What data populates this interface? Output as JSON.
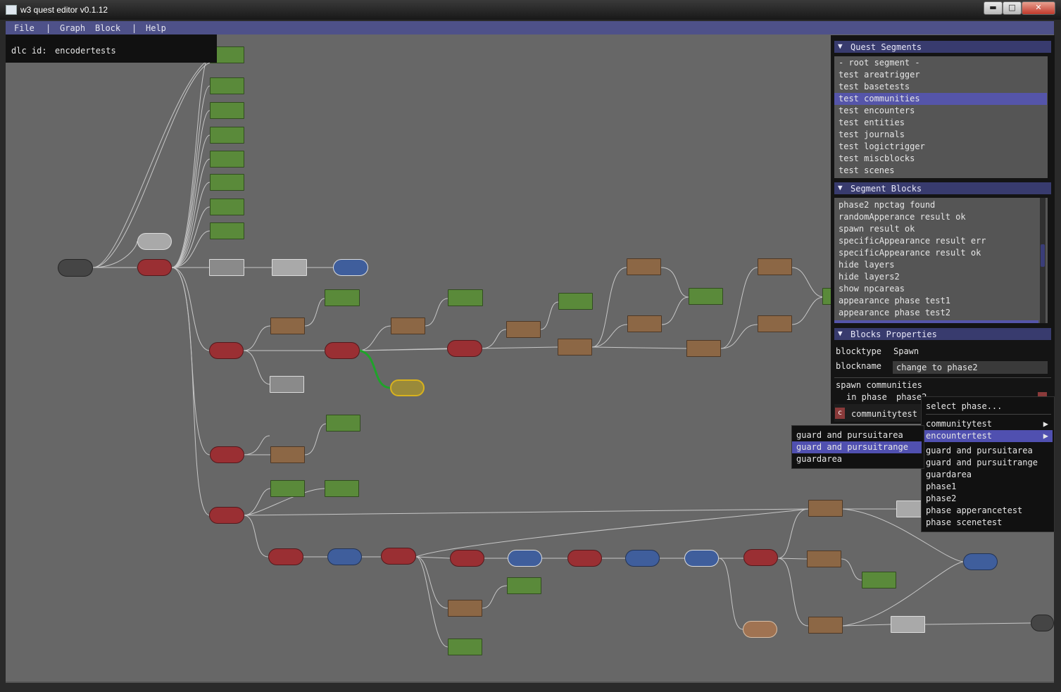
{
  "window": {
    "title": "w3 quest editor v0.1.12",
    "controls": {
      "minimize": "▬",
      "maximize": "□",
      "close": "✕"
    }
  },
  "menubar": {
    "file": "File",
    "sep1": "|",
    "graph": "Graph",
    "block": "Block",
    "sep2": "|",
    "help": "Help"
  },
  "dlc": {
    "label": "dlc id:",
    "value": "encodertests"
  },
  "quest_segments": {
    "header": "Quest Segments",
    "items": [
      "- root segment -",
      "test areatrigger",
      "test basetests",
      "test communities",
      "test encounters",
      "test entities",
      "test journals",
      "test logictrigger",
      "test miscblocks",
      "test scenes"
    ],
    "selected": "test communities"
  },
  "segment_blocks": {
    "header": "Segment Blocks",
    "items": [
      "phase2 npctag found",
      "randomApperance result ok",
      "spawn result ok",
      "specificAppearance result err",
      "specificAppearance result ok",
      "hide layers",
      "hide layers2",
      "show npcareas",
      "appearance phase test1",
      "appearance phase test2"
    ]
  },
  "blocks_properties": {
    "header": "Blocks Properties",
    "blocktype_label": "blocktype",
    "blocktype_value": "Spawn",
    "blockname_label": "blockname",
    "blockname_value": "change to phase2",
    "spawn_label": "spawn communities",
    "in_phase_label": "in phase",
    "phase_value": "phase2",
    "community_icon": "c",
    "community_value": "communitytest"
  },
  "phase_menu": {
    "header": "select phase...",
    "submenus": [
      {
        "label": "communitytest",
        "arrow": "▶"
      },
      {
        "label": "encountertest",
        "arrow": "▶"
      }
    ],
    "items": [
      "guard and pursuitarea",
      "guard and pursuitrange",
      "guardarea",
      "phase1",
      "phase2",
      "phase apperancetest",
      "phase scenetest"
    ]
  },
  "encounter_submenu": {
    "items": [
      "guard and pursuitarea",
      "guard and pursuitrange",
      "guardarea"
    ],
    "highlighted": "guard and pursuitrange"
  },
  "graph": {
    "colors": {
      "green": "#5a8a3a",
      "brown": "#8c6745",
      "red": "#9a2f33",
      "blue": "#3f5e9c",
      "gray": "#8a8a8a",
      "edge": "#d8d8d8",
      "active_edge": "#1fa32a",
      "selected": "#d8b21e"
    }
  }
}
